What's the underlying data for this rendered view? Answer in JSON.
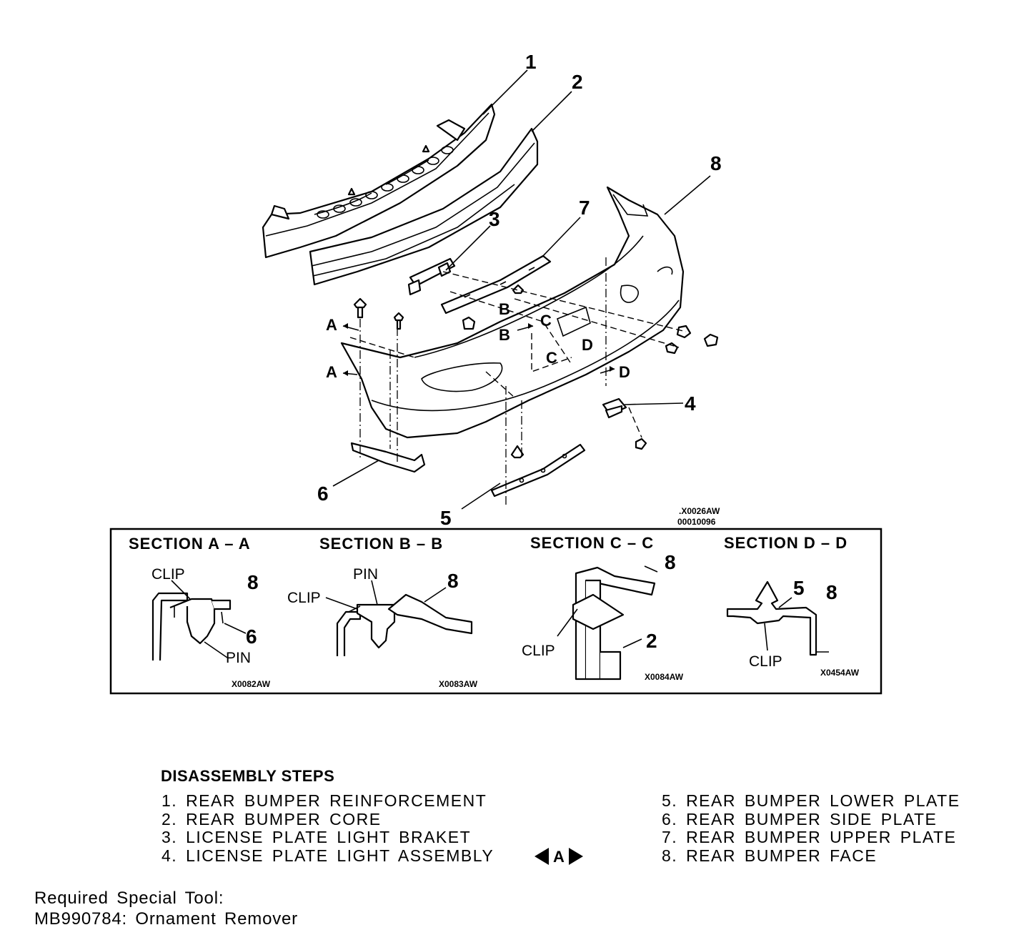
{
  "diagram": {
    "callouts": [
      "1",
      "2",
      "3",
      "4",
      "5",
      "6",
      "7",
      "8"
    ],
    "section_refs": [
      "A",
      "A",
      "B",
      "B",
      "C",
      "C",
      "D",
      "D"
    ],
    "drawing_codes": [
      ".X0026AW",
      "00010096"
    ]
  },
  "sections": [
    {
      "title": "SECTION A – A",
      "labels": [
        "CLIP",
        "8",
        "6",
        "PIN"
      ],
      "code": "X0082AW"
    },
    {
      "title": "SECTION B – B",
      "labels": [
        "PIN",
        "CLIP",
        "8"
      ],
      "code": "X0083AW"
    },
    {
      "title": "SECTION C – C",
      "labels": [
        "8",
        "CLIP",
        "2"
      ],
      "code": "X0084AW"
    },
    {
      "title": "SECTION D – D",
      "labels": [
        "5",
        "8",
        "CLIP"
      ],
      "code": "X0454AW"
    }
  ],
  "disassembly": {
    "title": "DISASSEMBLY STEPS",
    "steps": [
      "1. REAR BUMPER REINFORCEMENT",
      "2. REAR BUMPER CORE",
      "3. LICENSE PLATE LIGHT BRAKET",
      "4. LICENSE PLATE LIGHT ASSEMBLY",
      "5. REAR BUMPER LOWER PLATE",
      "6. REAR BUMPER SIDE PLATE",
      "7. REAR BUMPER UPPER PLATE",
      "8. REAR BUMPER FACE"
    ],
    "service_mark": "A"
  },
  "required_tool": {
    "heading": "Required Special Tool:",
    "item": "MB990784: Ornament Remover"
  }
}
